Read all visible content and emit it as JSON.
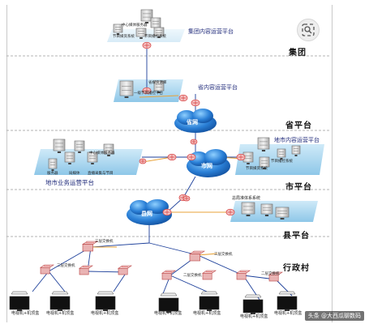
{
  "tiers": {
    "group": "集团",
    "province": "省平台",
    "city": "市平台",
    "county": "县平台",
    "village": "行政村"
  },
  "platforms": {
    "group": "集团内容运营平台",
    "province": "省内容运营平台",
    "city_right": "地市内容运营平台",
    "city_left": "地市业务运营平台",
    "county_server": "总局准体系系统"
  },
  "clouds": {
    "province": "省网",
    "city": "市网",
    "county": "县网"
  },
  "devices": {
    "l3_switch": "三层交换机",
    "l2_switch": "二层交换机",
    "tv_a": "电视机+机顶盒",
    "tv_b": "电视机+机顶盒",
    "tv_c": "电视机+机顶盒",
    "tv_d": "电视机+机顶盒",
    "tv_e": "电视机+机顶盒",
    "tv_f": "电视机+机顶盒",
    "tv_g": "电视机+机顶盒"
  },
  "server_labels": {
    "group_left": "节目媒资系统",
    "group_right": "节目播控系统",
    "group_top": "中心媒体服务器",
    "prov_a": "省媒资源库",
    "prov_b": "一级节目播控平台",
    "city_l_a": "中心媒体服务器",
    "city_l_b": "服务器",
    "city_l_c": "局媒体",
    "city_l_d": "直播采集与节目",
    "city_r_a": "节目媒资系统",
    "city_r_b": "节目播控系统"
  },
  "watermark": "头条 @大西瓜聊数码",
  "colors": {
    "cloud": "#2a7fd6",
    "panel": "#a9d6ee",
    "line_blue": "#1c3f9a",
    "line_orange": "#e8a33a",
    "router": "#d94a4a"
  }
}
